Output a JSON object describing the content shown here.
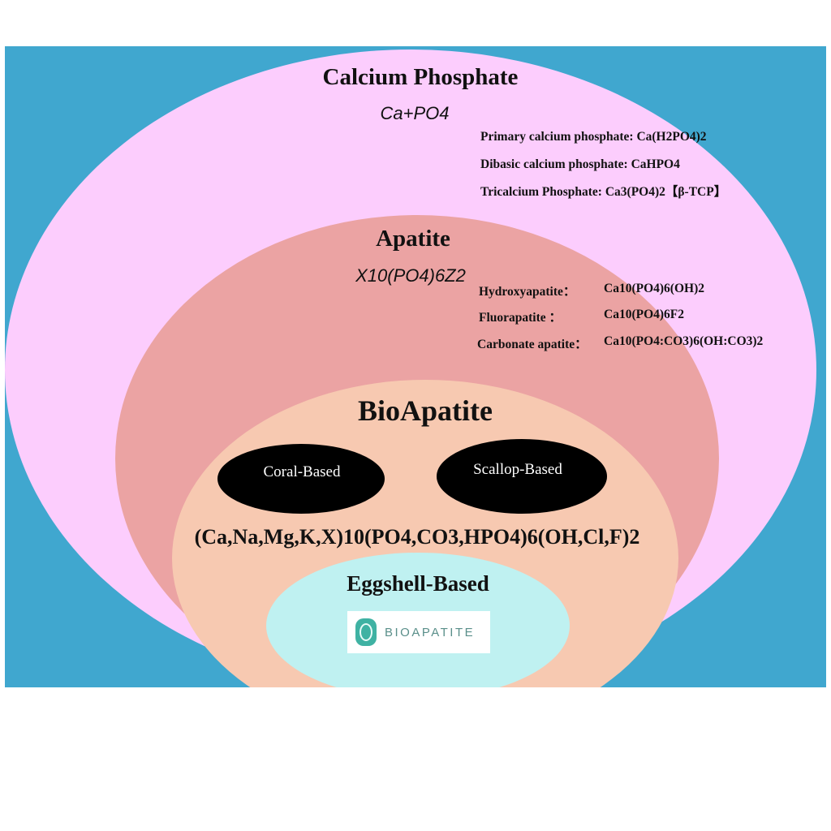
{
  "calcium_phosphate": {
    "title": "Calcium Phosphate",
    "formula": "Ca+PO4",
    "items": [
      "Primary calcium phosphate: Ca(H2PO4)2",
      "Dibasic calcium phosphate: CaHPO4",
      "Tricalcium Phosphate: Ca3(PO4)2【β-TCP】"
    ]
  },
  "apatite": {
    "title": "Apatite",
    "formula": "X10(PO4)6Z2",
    "items": [
      {
        "name": "Hydroxyapatite：",
        "formula": "Ca10(PO4)6(OH)2"
      },
      {
        "name": "Fluorapatite ：",
        "formula": "Ca10(PO4)6F2"
      },
      {
        "name": "Carbonate apatite：",
        "formula": "Ca10(PO4:CO3)6(OH:CO3)2"
      }
    ]
  },
  "bioapatite": {
    "title": "BioApatite",
    "coral": "Coral-Based",
    "scallop": "Scallop-Based",
    "formula": "(Ca,Na,Mg,K,X)10(PO4,CO3,HPO4)6(OH,Cl,F)2"
  },
  "eggshell": {
    "title": "Eggshell-Based",
    "logo_text": "BIOAPATITE"
  },
  "colors": {
    "background": "#40a7cf",
    "calcium_phosphate": "#fccdfd",
    "apatite": "#eba3a3",
    "bioapatite": "#f7c9b1",
    "eggshell": "#bff1f1",
    "pill": "#000000"
  }
}
